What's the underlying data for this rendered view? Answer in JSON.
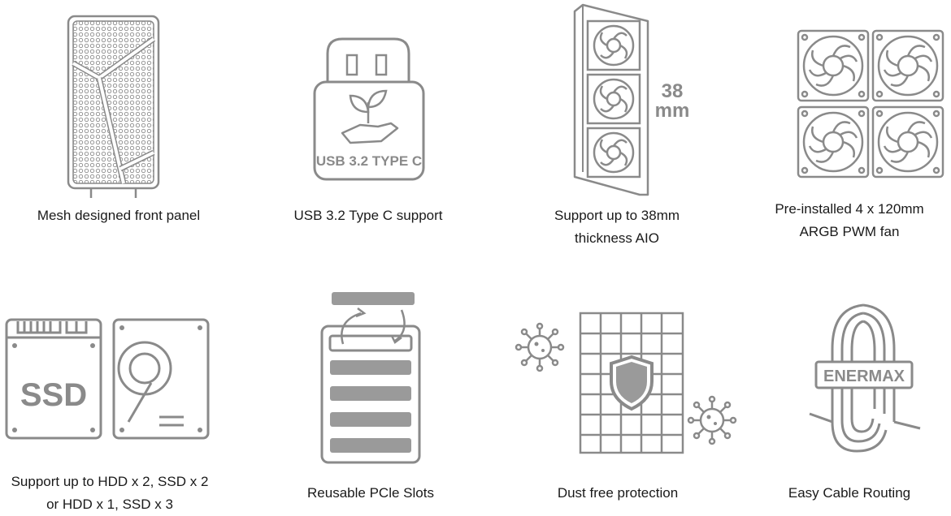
{
  "features": [
    {
      "id": "mesh",
      "icon": "mesh-front-panel-icon",
      "lines": [
        "Mesh designed front panel"
      ]
    },
    {
      "id": "usb",
      "icon": "usb-type-c-icon",
      "icon_text": "USB 3.2 TYPE C",
      "lines": [
        "USB 3.2 Type C support"
      ]
    },
    {
      "id": "aio",
      "icon": "radiator-icon",
      "icon_text_top": "38",
      "icon_text_bottom": "mm",
      "lines": [
        "Support up to 38mm",
        "thickness AIO"
      ]
    },
    {
      "id": "fans",
      "icon": "fan-array-icon",
      "lines": [
        "Pre-installed 4 x 120mm",
        "ARGB PWM fan"
      ]
    },
    {
      "id": "storage",
      "icon": "ssd-hdd-icon",
      "icon_text": "SSD",
      "lines": [
        "Support up to HDD x 2, SSD x 2",
        "or HDD x 1, SSD x 3"
      ]
    },
    {
      "id": "pcie",
      "icon": "pcie-slots-icon",
      "lines": [
        "Reusable PCle Slots"
      ]
    },
    {
      "id": "dust",
      "icon": "dust-filter-shield-icon",
      "lines": [
        "Dust free protection"
      ]
    },
    {
      "id": "cable",
      "icon": "cable-routing-icon",
      "icon_text": "ENERMAX",
      "lines": [
        "Easy Cable Routing"
      ]
    }
  ],
  "colors": {
    "icon_stroke": "#8a8a8a",
    "icon_fill": "#9a9a9a",
    "text": "#1a1a1a"
  }
}
